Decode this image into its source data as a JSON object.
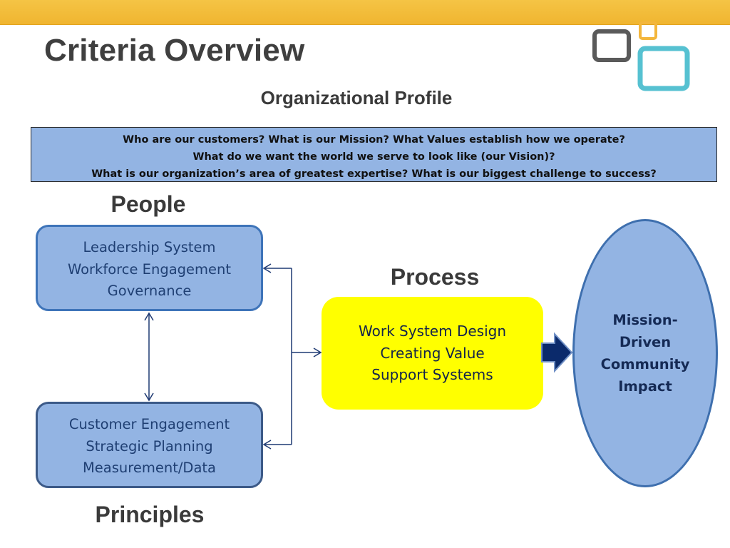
{
  "slide": {
    "title": "Criteria Overview"
  },
  "organizational_profile": {
    "heading": "Organizational Profile",
    "questions": [
      "Who are our customers? What is our Mission? What Values establish how we operate?",
      "What do we want the world we serve to look like (our Vision)?",
      "What is our organization’s area of greatest expertise? What is our biggest challenge to success?"
    ]
  },
  "people": {
    "heading": "People",
    "items": [
      "Leadership System",
      "Workforce Engagement",
      "Governance"
    ]
  },
  "principles": {
    "heading": "Principles",
    "items": [
      "Customer Engagement",
      "Strategic Planning",
      "Measurement/Data"
    ]
  },
  "process": {
    "heading": "Process",
    "items": [
      "Work System Design",
      "Creating Value",
      "Support Systems"
    ]
  },
  "outcome": {
    "lines": [
      "Mission-",
      "Driven",
      "Community",
      "Impact"
    ]
  },
  "colors": {
    "top_band": "#f0b530",
    "box_fill": "#93b4e3",
    "box_border": "#3e74b9",
    "process_fill": "#ffff00",
    "connector": "#1f3a73",
    "arrow_fill": "#0b2a6b",
    "logo_gray": "#5a5a5a",
    "logo_teal": "#56c1d1",
    "logo_orange": "#f3b63c"
  }
}
